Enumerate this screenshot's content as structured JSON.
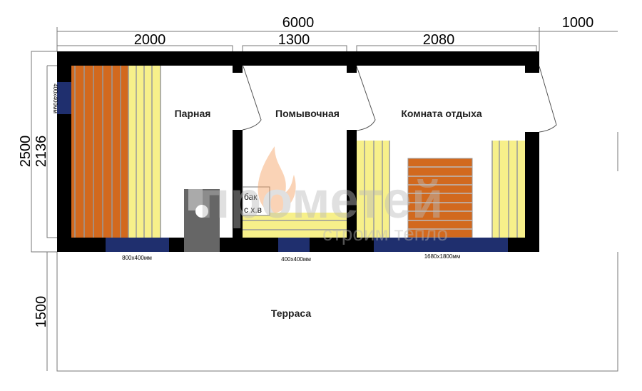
{
  "dimensions": {
    "total_width": "6000",
    "terrace_ext": "1000",
    "room1_width": "2000",
    "room2_width": "1300",
    "room3_width": "2080",
    "total_depth": "2500",
    "inner_depth": "2136",
    "terrace_depth": "1500"
  },
  "rooms": {
    "steam_room": "Парная",
    "wash_room": "Помывочная",
    "rest_room": "Комната отдыха",
    "terrace": "Терраса"
  },
  "windows": {
    "left": "400x400мм",
    "steam_bottom": "800x400мм",
    "wash_bottom": "400x400мм",
    "rest_bottom": "1680x1800мм"
  },
  "tank": {
    "line1": "бак",
    "line2": "с х.в"
  },
  "watermark": {
    "name": "прометей",
    "slogan": "строим тепло"
  },
  "colors": {
    "wall": "#000000",
    "window": "#1f2f6e",
    "bench_dark": "#d2691e",
    "bench_light": "#f7f08a",
    "stove": "#666666"
  }
}
